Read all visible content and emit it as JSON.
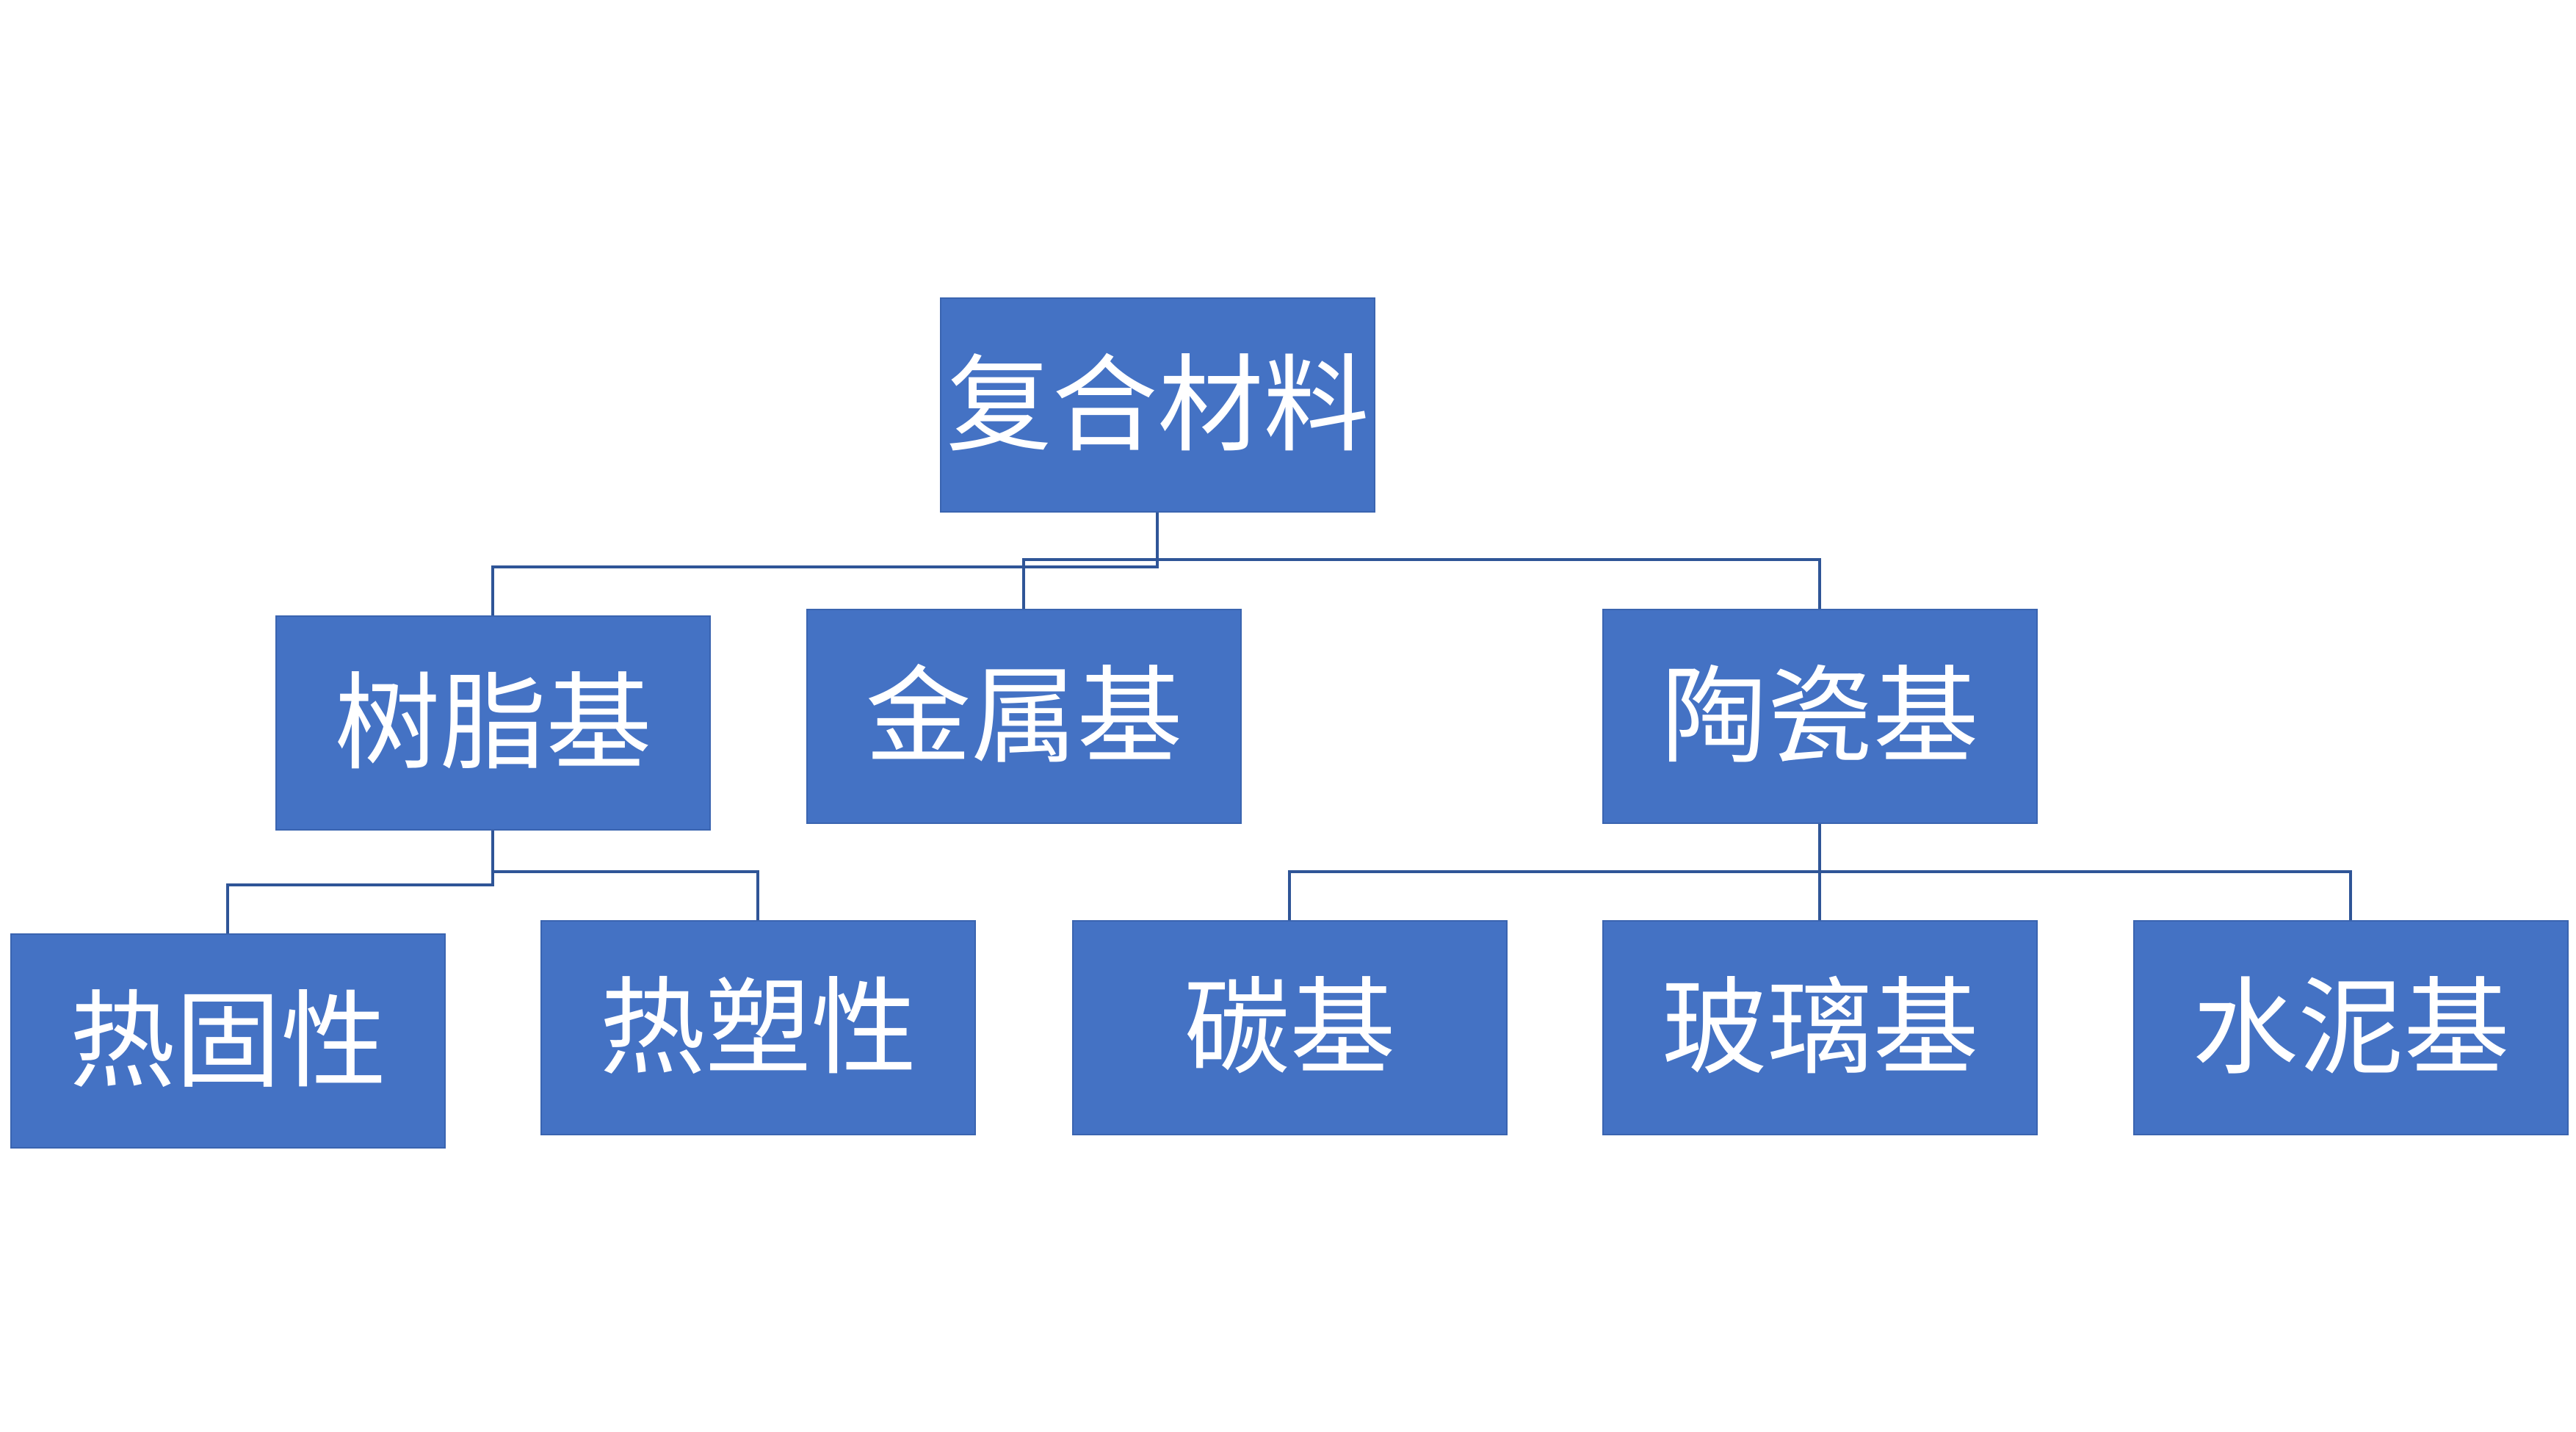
{
  "diagram": {
    "root": {
      "label": "复合材料"
    },
    "level1": [
      {
        "label": "树脂基"
      },
      {
        "label": "金属基"
      },
      {
        "label": "陶瓷基"
      }
    ],
    "level2": [
      {
        "label": "热固性"
      },
      {
        "label": "热塑性"
      },
      {
        "label": "碳基"
      },
      {
        "label": "玻璃基"
      },
      {
        "label": "水泥基"
      }
    ],
    "colors": {
      "node_fill": "#4472c4",
      "connector": "#2f5597",
      "text": "#ffffff"
    }
  }
}
